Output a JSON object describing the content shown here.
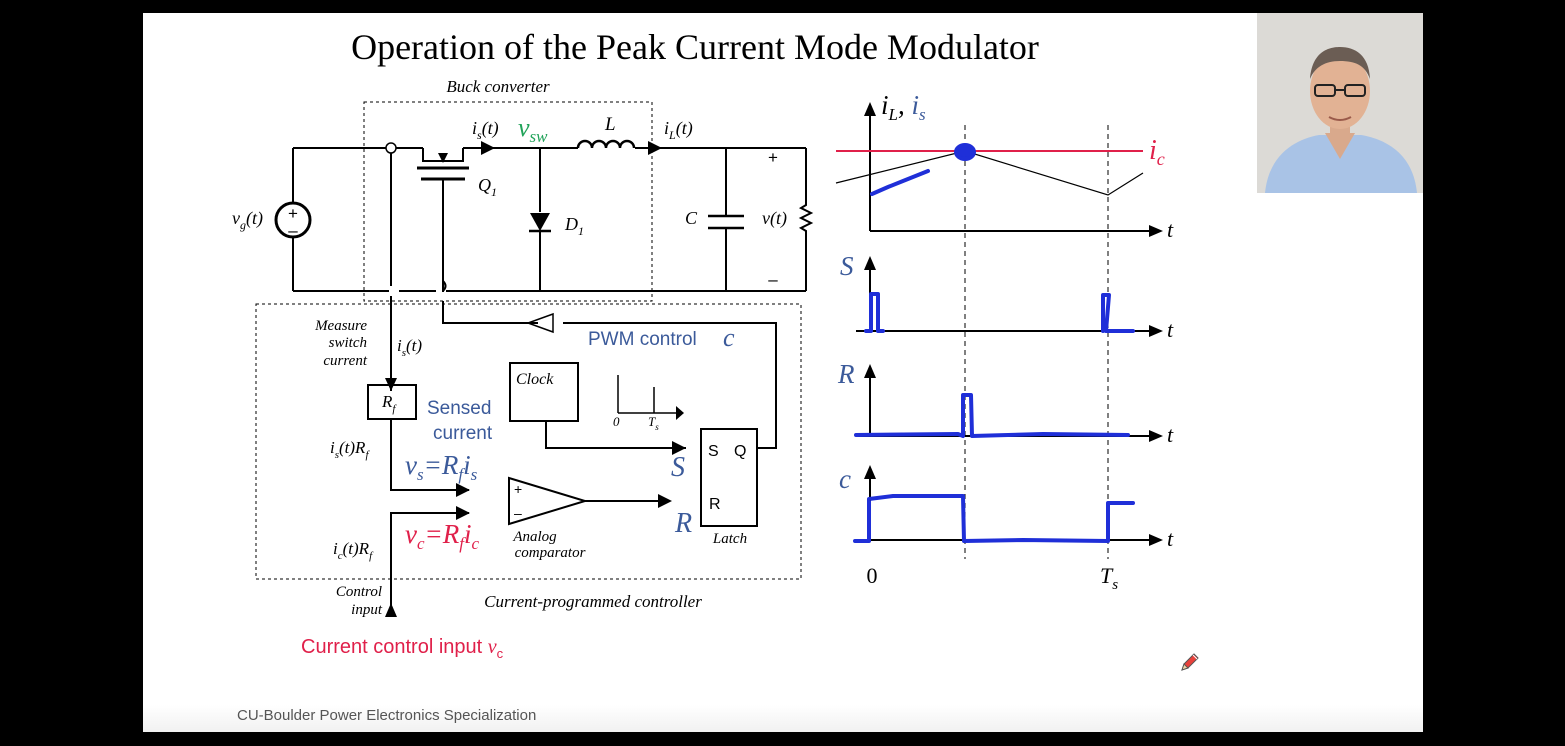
{
  "slide": {
    "title": "Operation of the Peak Current Mode Modulator",
    "footer": "CU-Boulder Power Electronics Specialization"
  },
  "circuit": {
    "buck_label": "Buck converter",
    "vg": "v",
    "vg_sub": "g",
    "vg_arg": "(t)",
    "is_t": "i",
    "is_t_sub": "s",
    "is_t_arg": "(t)",
    "vsw": "v",
    "vsw_sub": "sw",
    "L": "L",
    "iL_t": "i",
    "iL_t_sub": "L",
    "iL_t_arg": "(t)",
    "Q1": "Q",
    "Q1_sub": "1",
    "D1": "D",
    "D1_sub": "1",
    "C": "C",
    "vt": "v(t)",
    "plus": "+",
    "minus": "–",
    "measure_1": "Measure",
    "measure_2": "switch",
    "measure_3": "current",
    "is_meas": "i",
    "is_meas_sub": "s",
    "is_meas_arg": "(t)",
    "Rf": "R",
    "Rf_sub": "f",
    "isRf_a": "i",
    "isRf_sub1": "s",
    "isRf_b": "(t)R",
    "isRf_sub2": "f",
    "sensed_1": "Sensed",
    "sensed_2": "current",
    "vs_eq_a": "v",
    "vs_eq_sub1": "s",
    "vs_eq_b": "=R",
    "vs_eq_sub2": "f",
    "vs_eq_c": "i",
    "vs_eq_sub3": "s",
    "vc_eq_a": "v",
    "vc_eq_sub1": "c",
    "vc_eq_b": "=R",
    "vc_eq_sub2": "f",
    "vc_eq_c": "i",
    "vc_eq_sub3": "c",
    "icRf_a": "i",
    "icRf_sub1": "c",
    "icRf_b": "(t)R",
    "icRf_sub2": "f",
    "clock": "Clock",
    "clock_zero": "0",
    "clock_Ts": "T",
    "clock_Ts_sub": "s",
    "pwm": "PWM control",
    "pwm_c": "c",
    "latch_S": "S",
    "latch_Q": "Q",
    "latch_R": "R",
    "latch": "Latch",
    "S_big": "S",
    "R_big": "R",
    "comp_plus": "+",
    "comp_minus": "–",
    "analog_1": "Analog",
    "analog_2": "comparator",
    "control_1": "Control",
    "control_2": "input",
    "cpc": "Current-programmed controller",
    "cci": "Current control input",
    "cci_v": "v",
    "cci_v_sub": "c"
  },
  "waveforms": {
    "iL_is_a": "i",
    "iL_is_sub1": "L",
    "iL_is_b": ", ",
    "iL_is_c": "i",
    "iL_is_sub2": "s",
    "ic": "i",
    "ic_sub": "c",
    "S": "S",
    "R": "R",
    "c": "c",
    "t": "t",
    "zero": "0",
    "Ts": "T",
    "Ts_sub": "s"
  },
  "colors": {
    "red": "#e0204a",
    "blue": "#3b5a9a",
    "green": "#22a35a",
    "marker": "#1f2fd8"
  }
}
